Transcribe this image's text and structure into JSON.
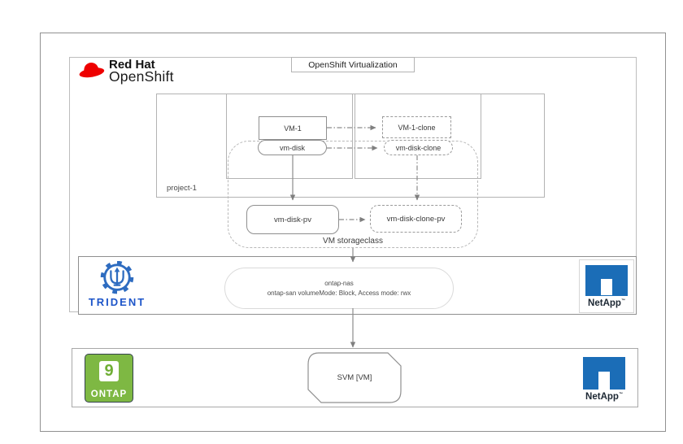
{
  "diagram": {
    "openshift": {
      "badge": "OpenShift Virtualization",
      "brand_line1": "Red Hat",
      "brand_line2": "OpenShift"
    },
    "project": {
      "label": "project-1",
      "vm": "VM-1",
      "vm_disk": "vm-disk",
      "vm_clone": "VM-1-clone",
      "vm_disk_clone": "vm-disk-clone"
    },
    "storage": {
      "pv": "vm-disk-pv",
      "pv_clone": "vm-disk-clone-pv",
      "storageclass": "VM storageclass"
    },
    "trident": {
      "wordmark": "TRIDENT",
      "backend_line1": "ontap-nas",
      "backend_line2": "ontap-san volumeMode: Block, Access mode: rwx"
    },
    "netapp": {
      "wordmark": "NetApp",
      "trademark": "™"
    },
    "ontap": {
      "version": "9",
      "wordmark": "ONTAP",
      "svm": "SVM [VM]"
    }
  },
  "colors": {
    "netapp_blue": "#1b6db7",
    "trident_blue": "#1d55c9",
    "ontap_green": "#7eb843",
    "redhat_red": "#ee0000",
    "connector_gray": "#8c8c8c"
  }
}
